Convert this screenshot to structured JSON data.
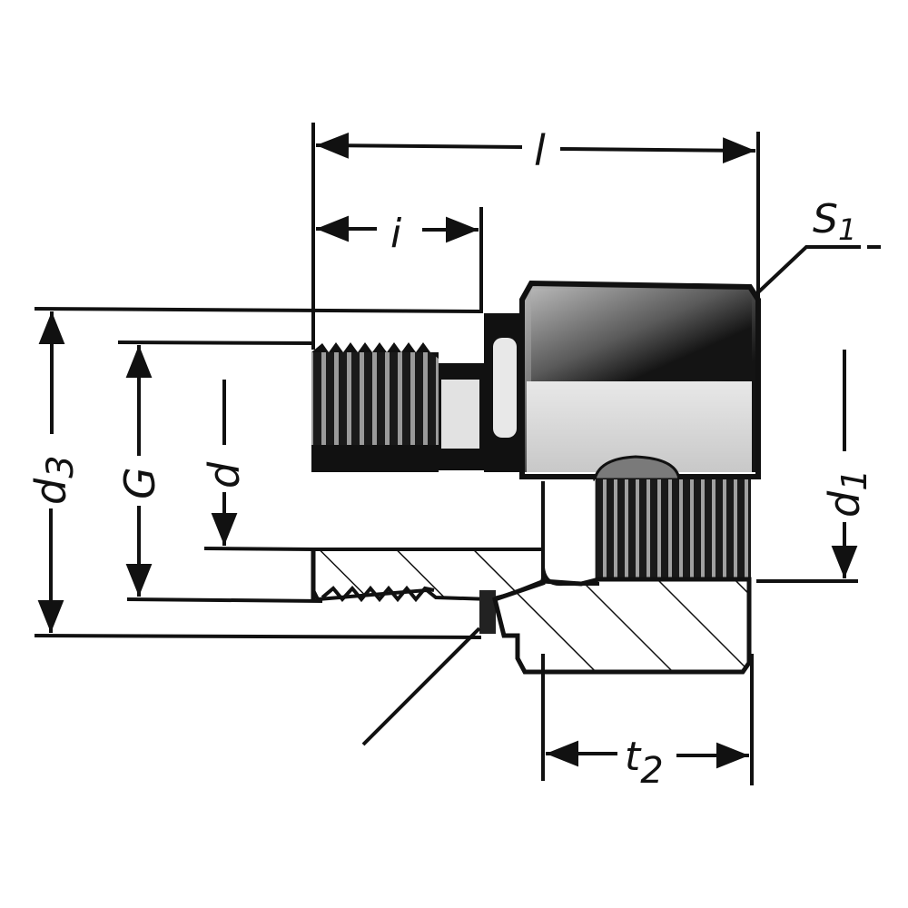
{
  "diagram": {
    "type": "technical-drawing",
    "subject": "threaded reducing adapter fitting, half cross-section",
    "colors": {
      "ink": "#111111",
      "paper": "#ffffff",
      "shade_light": "#d8d8d8",
      "shade_mid": "#8a8a8a"
    },
    "dimensions": {
      "overall_length": {
        "label": "l"
      },
      "thread_length": {
        "label": "i"
      },
      "socket_depth": {
        "label": "t",
        "subscript": "2"
      },
      "outer_diameter": {
        "label": "d",
        "subscript": "3"
      },
      "thread_size": {
        "label": "G"
      },
      "bore_diameter": {
        "label": "d"
      },
      "socket_diameter": {
        "label": "d",
        "subscript": "1"
      },
      "wrench_flat": {
        "label": "S",
        "subscript": "1"
      }
    },
    "features": [
      "external male thread (left)",
      "O-ring seal groove",
      "hex body",
      "internal female thread (right)",
      "hatched section"
    ]
  }
}
